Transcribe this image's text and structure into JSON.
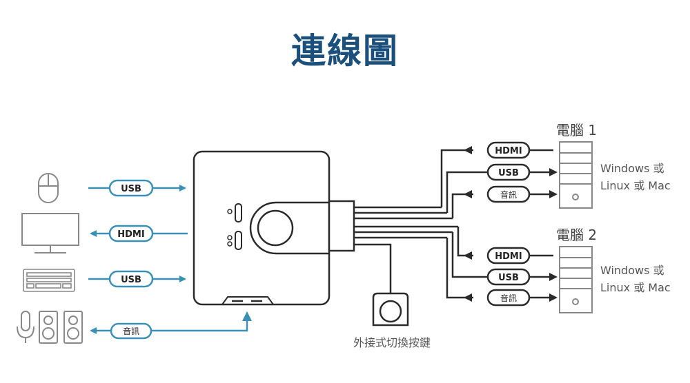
{
  "title": "連線圖",
  "peripherals": {
    "mouse_cable": "USB",
    "monitor_cable": "HDMI",
    "keyboard_cable": "USB",
    "audio_cable": "音訊"
  },
  "computer1": {
    "label": "電腦 1",
    "os_line1": "Windows 或",
    "os_line2": "Linux 或 Mac",
    "cables": [
      "HDMI",
      "USB",
      "音訊"
    ]
  },
  "computer2": {
    "label": "電腦 2",
    "os_line1": "Windows 或",
    "os_line2": "Linux 或 Mac",
    "cables": [
      "HDMI",
      "USB",
      "音訊"
    ]
  },
  "remote_label": "外接式切換按鍵",
  "colors": {
    "title": "#1b4f7c",
    "peripheral_cable": "#3a90b4",
    "computer_cable": "#3a3a3a",
    "device_outline": "#888888"
  }
}
